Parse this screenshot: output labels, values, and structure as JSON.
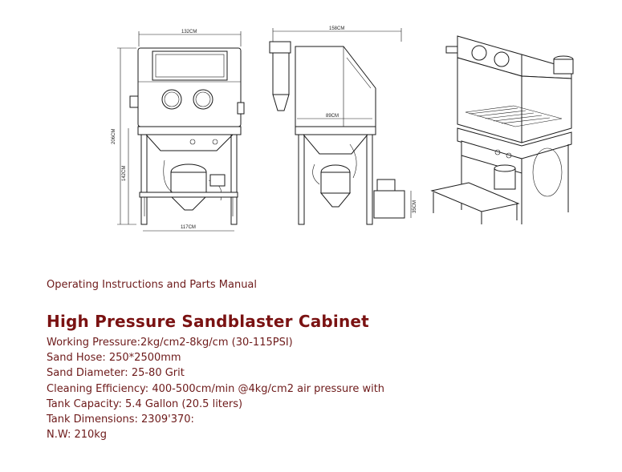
{
  "drawing": {
    "dimensions": {
      "front_width": "132CM",
      "total_height": "206CM",
      "mid_height": "142CM",
      "base_width": "117CM",
      "side_width": "158CM",
      "side_inner": "89CM",
      "step_height": "35CM"
    }
  },
  "document": {
    "subtitle": "Operating Instructions and Parts Manual",
    "title": "High Pressure Sandblaster Cabinet",
    "specs": [
      "Working Pressure:2kg/cm2-8kg/cm (30-115PSI)",
      "Sand Hose: 250*2500mm",
      "Sand Diameter: 25-80 Grit",
      "Cleaning Efficiency: 400-500cm/min @4kg/cm2 air pressure with",
      "Tank Capacity: 5.4 Gallon (20.5 liters)",
      "Tank Dimensions: 2309'370:",
      "N.W: 210kg"
    ]
  }
}
